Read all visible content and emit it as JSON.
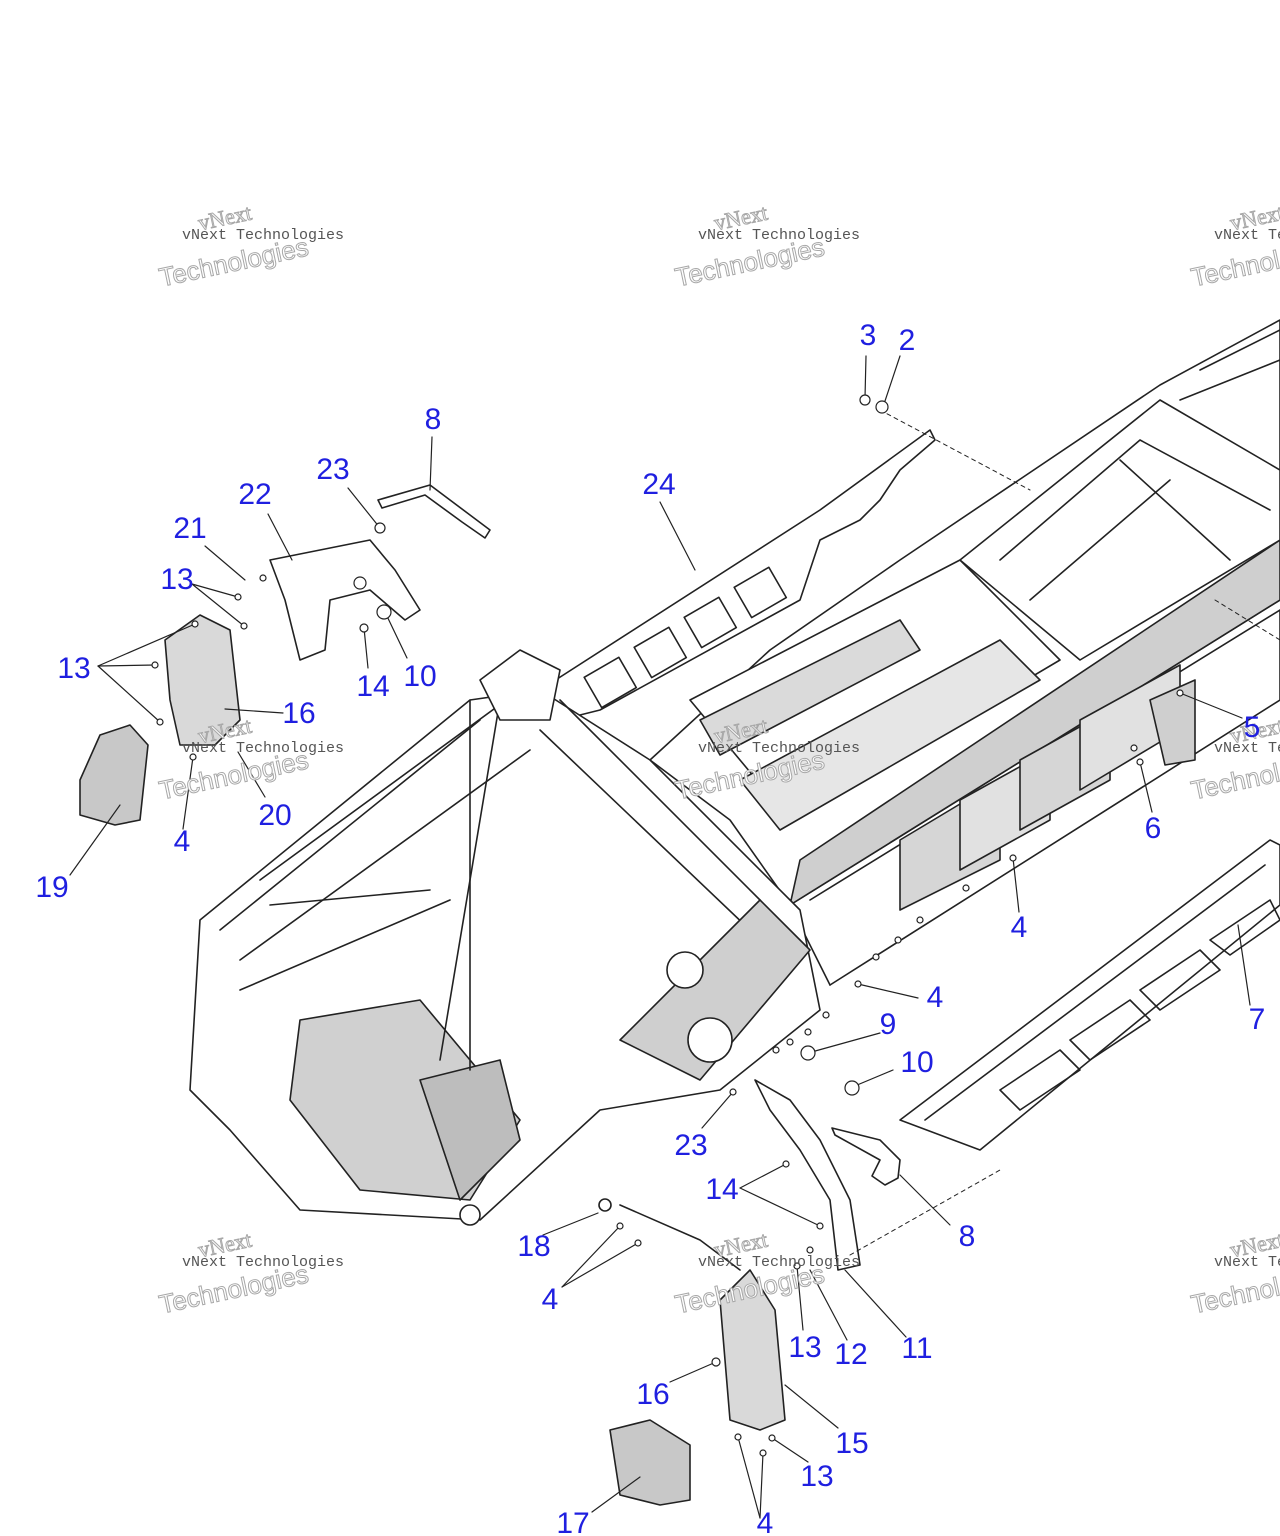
{
  "diagram": {
    "callout_color": "#1f1fe0",
    "part_fill": "#cfcfcf",
    "line_color": "#222222",
    "callouts": [
      {
        "label": "3"
      },
      {
        "label": "2"
      },
      {
        "label": "8"
      },
      {
        "label": "23"
      },
      {
        "label": "24"
      },
      {
        "label": "22"
      },
      {
        "label": "21"
      },
      {
        "label": "13"
      },
      {
        "label": "13"
      },
      {
        "label": "14"
      },
      {
        "label": "10"
      },
      {
        "label": "16"
      },
      {
        "label": "5"
      },
      {
        "label": "20"
      },
      {
        "label": "4"
      },
      {
        "label": "6"
      },
      {
        "label": "19"
      },
      {
        "label": "4"
      },
      {
        "label": "4"
      },
      {
        "label": "9"
      },
      {
        "label": "7"
      },
      {
        "label": "10"
      },
      {
        "label": "23"
      },
      {
        "label": "14"
      },
      {
        "label": "8"
      },
      {
        "label": "18"
      },
      {
        "label": "4"
      },
      {
        "label": "13"
      },
      {
        "label": "12"
      },
      {
        "label": "11"
      },
      {
        "label": "16"
      },
      {
        "label": "15"
      },
      {
        "label": "13"
      },
      {
        "label": "17"
      },
      {
        "label": "4"
      }
    ]
  },
  "watermarks": [
    {
      "line1": "vNext",
      "line2": "vNext Technologies",
      "line3": "Technologies"
    },
    {
      "line1": "vNext",
      "line2": "vNext Technologies",
      "line3": "Technologies"
    },
    {
      "line1": "vNext",
      "line2": "vNext Technologies",
      "line3": "Technologies"
    },
    {
      "line1": "vNext",
      "line2": "vNext Technologies",
      "line3": "Technologies"
    },
    {
      "line1": "vNext",
      "line2": "vNext Technologies",
      "line3": "Technologies"
    },
    {
      "line1": "vNext",
      "line2": "vNext Technologies",
      "line3": "Technologies"
    },
    {
      "line1": "vNext",
      "line2": "vNext Technologies",
      "line3": "Technologies"
    },
    {
      "line1": "vNext",
      "line2": "vNext Technologies",
      "line3": "Technologies"
    },
    {
      "line1": "vNext",
      "line2": "vNext Technologies",
      "line3": "Technologies"
    }
  ]
}
